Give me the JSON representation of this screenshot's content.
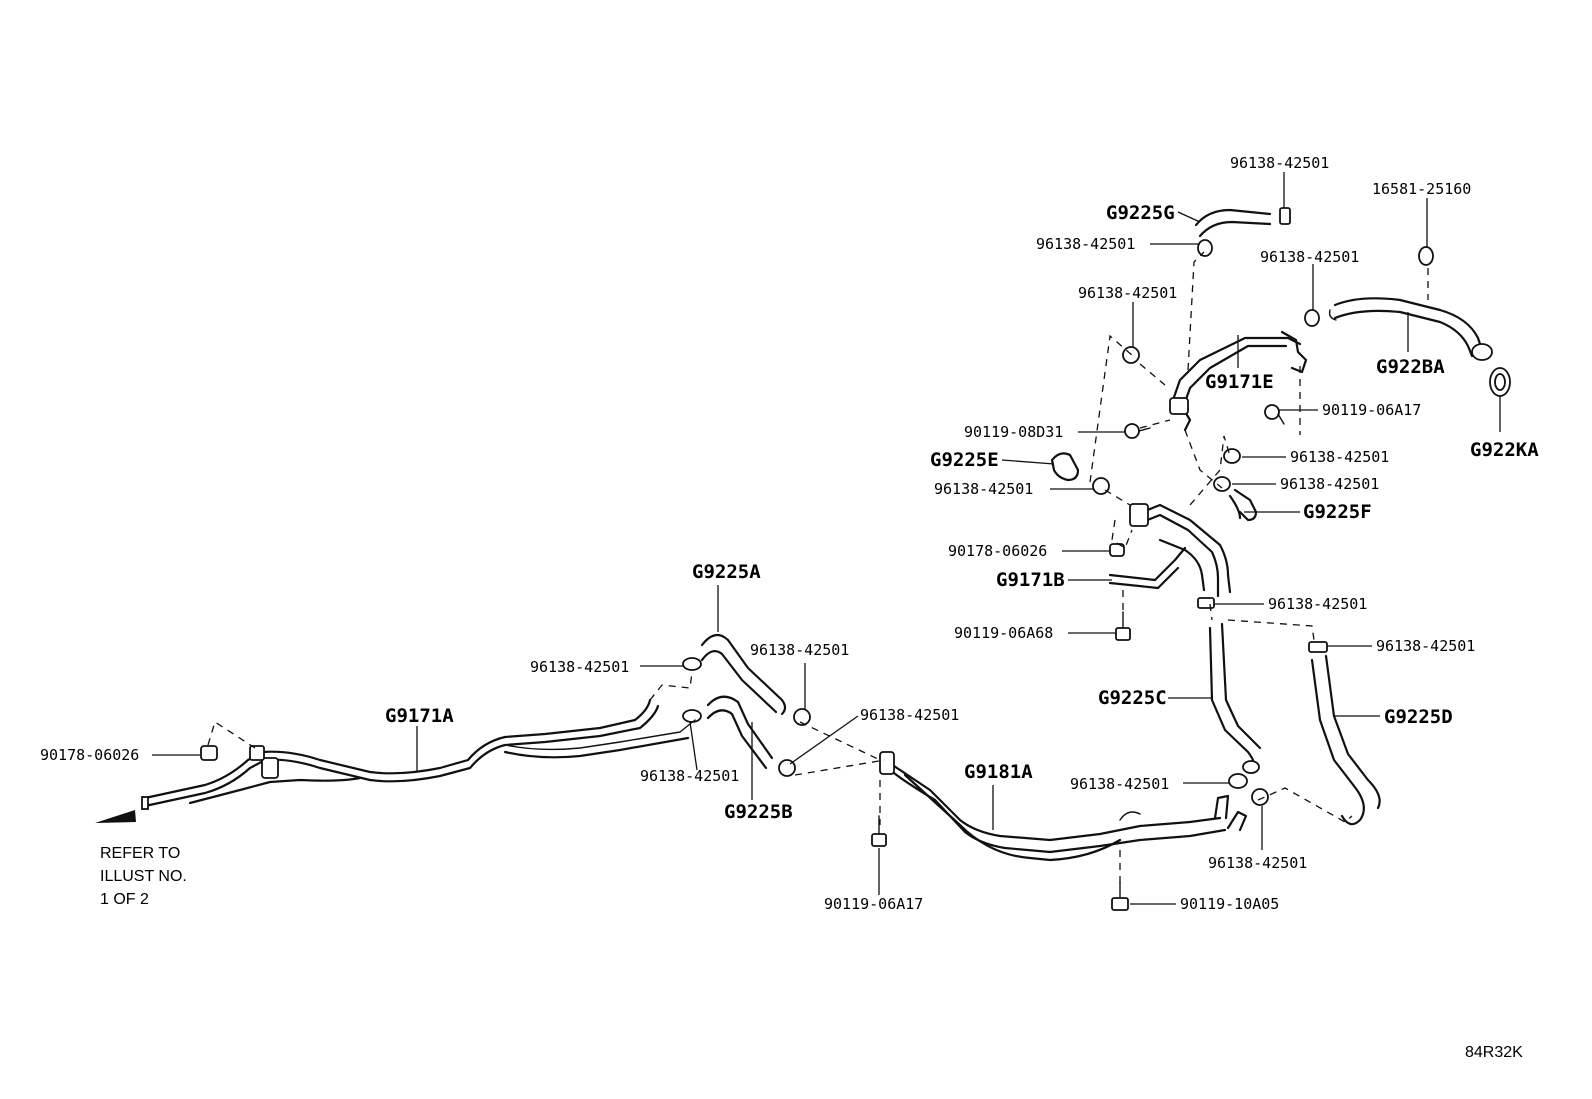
{
  "diagram": {
    "id": "84R32K",
    "refer_note": [
      "REFER TO",
      "ILLUST NO.",
      "1 OF 2"
    ],
    "labels": {
      "l01": "96138-42501",
      "l02": "16581-25160",
      "l03": "G9225G",
      "l04": "96138-42501",
      "l05": "96138-42501",
      "l06": "96138-42501",
      "l07": "G922BA",
      "l08": "G9171E",
      "l09": "90119-06A17",
      "l10": "G922KA",
      "l11": "90119-08D31",
      "l12": "G9225E",
      "l13": "96138-42501",
      "l14": "96138-42501",
      "l15": "96138-42501",
      "l16": "G9225F",
      "l17": "90178-06026",
      "l18": "G9171B",
      "l19": "96138-42501",
      "l20": "90119-06A68",
      "l21": "96138-42501",
      "l22": "G9225A",
      "l23": "96138-42501",
      "l24": "96138-42501",
      "l25": "G9225C",
      "l26": "G9225D",
      "l27": "96138-42501",
      "l28": "G9171A",
      "l29": "90178-06026",
      "l30": "96138-42501",
      "l31": "G9181A",
      "l32": "G9225B",
      "l33": "96138-42501",
      "l34": "96138-42501",
      "l35": "90119-06A17",
      "l36": "90119-10A05"
    }
  }
}
